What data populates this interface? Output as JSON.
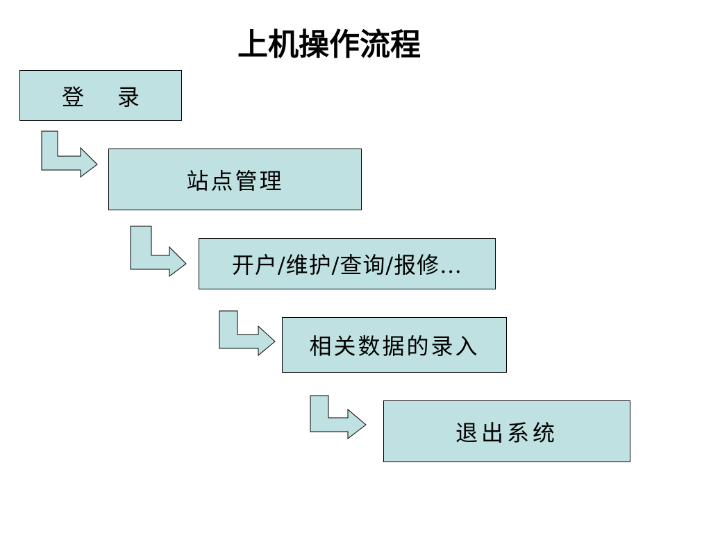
{
  "title": "上机操作流程",
  "steps": [
    {
      "label": "登录"
    },
    {
      "label": "站点管理"
    },
    {
      "label": "开户/维护/查询/报修…"
    },
    {
      "label": "相关数据的录入"
    },
    {
      "label": "退出系统"
    }
  ],
  "colors": {
    "box_fill": "#bfe1e1",
    "arrow_fill": "#bfe1e1",
    "outline": "#000000",
    "text": "#000000",
    "background": "#ffffff"
  }
}
